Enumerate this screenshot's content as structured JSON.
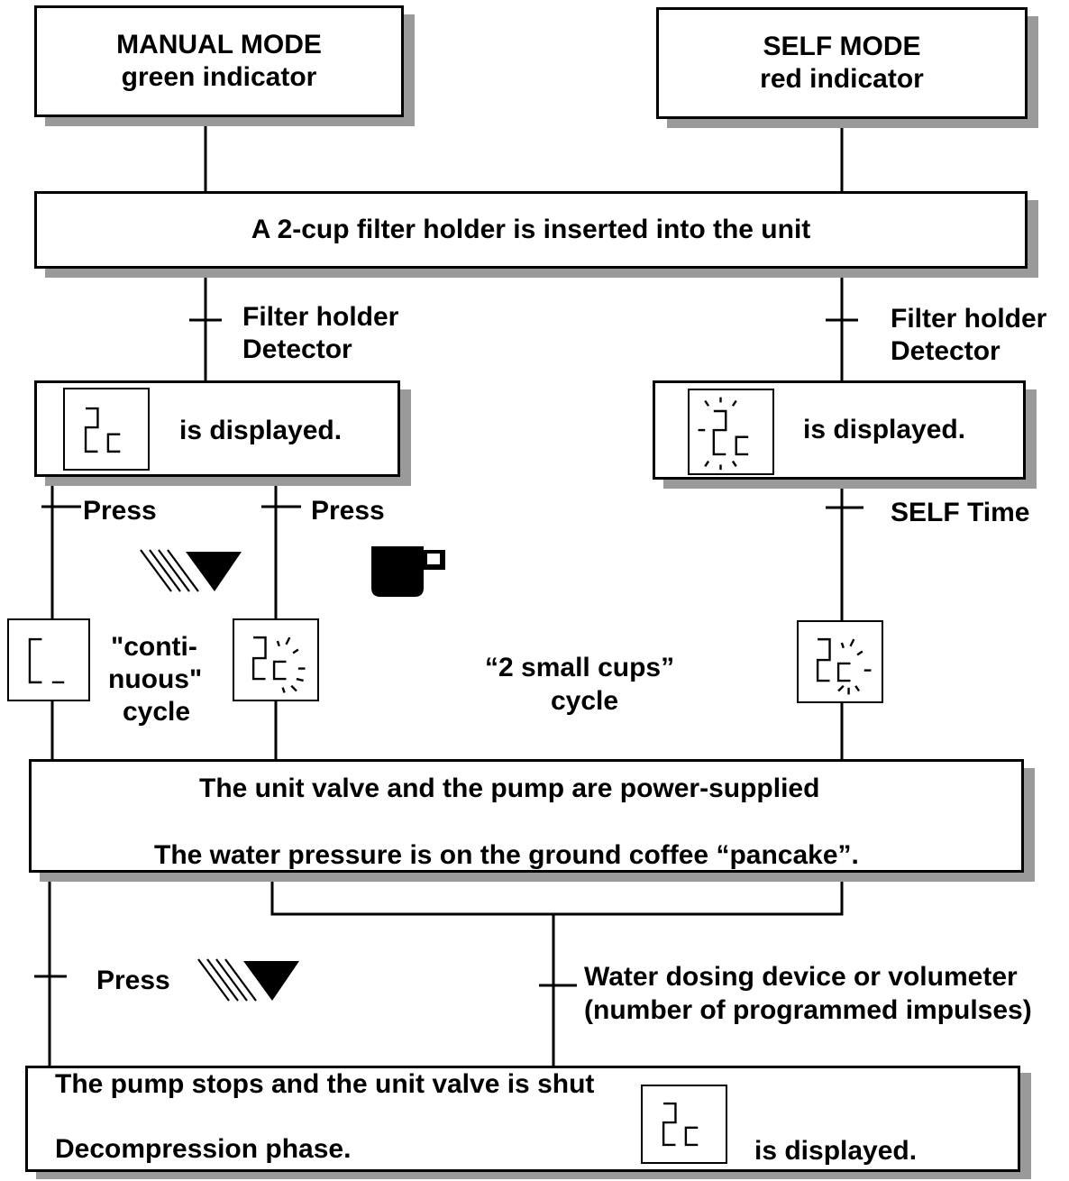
{
  "manual_mode": {
    "title": "MANUAL MODE",
    "subtitle": "green indicator"
  },
  "self_mode": {
    "title": "SELF MODE",
    "subtitle": "red indicator"
  },
  "insert_box": {
    "text": "A 2-cup filter holder is inserted into the unit"
  },
  "detector_left": {
    "line1": "Filter holder",
    "line2": "Detector"
  },
  "detector_right": {
    "line1": "Filter holder",
    "line2": "Detector"
  },
  "display_left": {
    "text": "is displayed."
  },
  "display_right": {
    "text": "is displayed."
  },
  "press_continuous": {
    "label": "Press"
  },
  "press_cup": {
    "label": "Press"
  },
  "self_time": {
    "label": "SELF Time"
  },
  "continuous_cycle": {
    "line1": "\"conti-",
    "line2": "nuous\"",
    "line3": "cycle"
  },
  "small_cups_cycle": {
    "line1": "“2 small cups”",
    "line2": "cycle"
  },
  "pump_box": {
    "line1": "The unit valve and the pump are power-supplied",
    "line2": "The water pressure is on the ground coffee “pancake”."
  },
  "press_stop": {
    "label": "Press"
  },
  "dosing": {
    "line1": "Water dosing device or volumeter",
    "line2": "(number of programmed impulses)"
  },
  "final_box": {
    "line1": "The pump stops and the unit valve is shut",
    "line2": "Decompression phase.",
    "displayed": "is displayed."
  },
  "icons": [
    "continuous-stream-icon",
    "cup-icon"
  ]
}
